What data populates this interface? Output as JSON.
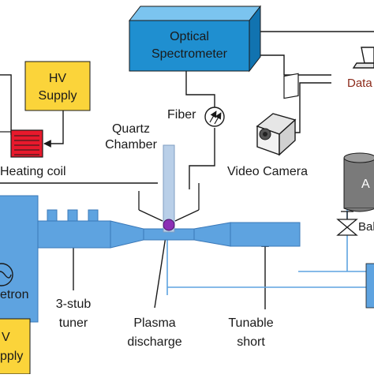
{
  "labels": {
    "optical_spectrometer_line1": "Optical",
    "optical_spectrometer_line2": "Spectrometer",
    "data_partial": "Data",
    "hv_supply_top_line1": "HV",
    "hv_supply_top_line2": "Supply",
    "fiber": "Fiber",
    "quartz_line1": "Quartz",
    "quartz_line2": "Chamber",
    "heating_coil": "Heating coil",
    "video_camera": "Video Camera",
    "tank_partial": "A",
    "ball_valve_partial": "Bal",
    "magnetron_partial": "etron",
    "stub_tuner_line1": "3-stub",
    "stub_tuner_line2": "tuner",
    "plasma_line1": "Plasma",
    "plasma_line2": "discharge",
    "tunable_line1": "Tunable",
    "tunable_line2": "short",
    "hv_supply_bottom_line1": "V",
    "hv_supply_bottom_line2": "pply"
  },
  "colors": {
    "spectrometer_blue": "#1f8fd0",
    "waveguide_blue": "#5ea3e0",
    "hv_supply_yellow": "#fbd43a",
    "heating_coil_red": "#e8192c",
    "tank_gray": "#7a7a7a",
    "data_label_red": "#8b2a1a",
    "plasma_purple": "#8b2fb5"
  },
  "icons": [
    "fiber-coupler-icon",
    "video-camera-icon",
    "laptop-icon",
    "ball-valve-icon",
    "magnetron-icon",
    "heating-coil-icon"
  ]
}
